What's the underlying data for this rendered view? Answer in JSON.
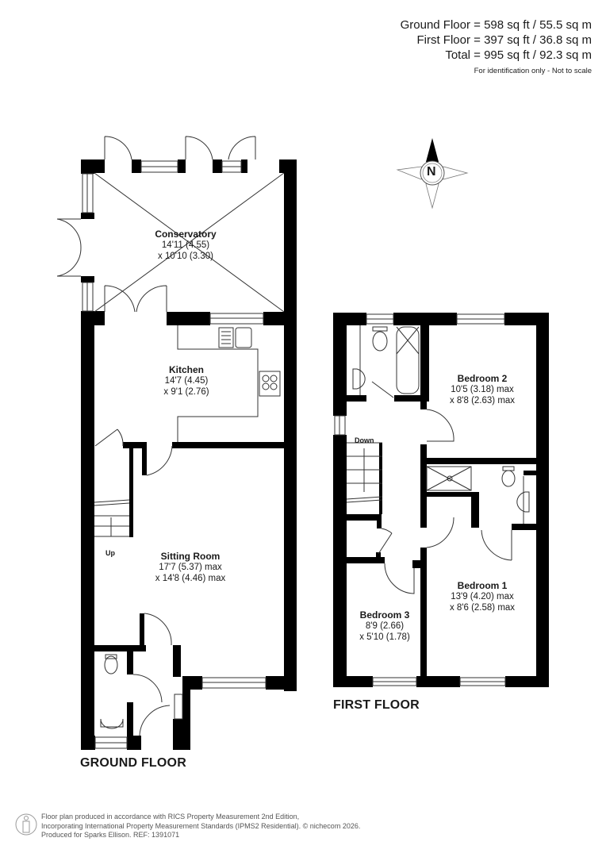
{
  "areas": {
    "ground_floor": "Ground Floor = 598 sq ft / 55.5 sq m",
    "first_floor": "First Floor = 397 sq ft / 36.8 sq m",
    "total": "Total = 995 sq ft / 92.3 sq m",
    "note": "For identification only - Not to scale"
  },
  "compass": {
    "label": "N",
    "icon": "north-compass-icon"
  },
  "ground_floor": {
    "title": "GROUND FLOOR",
    "stairs_label": "Up",
    "rooms": {
      "conservatory": {
        "name": "Conservatory",
        "dim1": "14'11 (4.55)",
        "dim2": "x 10'10 (3.30)"
      },
      "kitchen": {
        "name": "Kitchen",
        "dim1": "14'7 (4.45)",
        "dim2": "x 9'1 (2.76)"
      },
      "sitting_room": {
        "name": "Sitting Room",
        "dim1": "17'7 (5.37) max",
        "dim2": "x 14'8 (4.46) max"
      }
    }
  },
  "first_floor": {
    "title": "FIRST FLOOR",
    "stairs_label": "Down",
    "rooms": {
      "bedroom2": {
        "name": "Bedroom 2",
        "dim1": "10'5 (3.18) max",
        "dim2": "x 8'8 (2.63) max"
      },
      "bedroom1": {
        "name": "Bedroom 1",
        "dim1": "13'9 (4.20) max",
        "dim2": "x 8'6 (2.58) max"
      },
      "bedroom3": {
        "name": "Bedroom 3",
        "dim1": "8'9 (2.66)",
        "dim2": "x 5'10 (1.78)"
      }
    }
  },
  "footer": {
    "line1": "Floor plan produced in accordance with RICS Property Measurement 2nd Edition,",
    "line2": "Incorporating International Property Measurement Standards (IPMS2 Residential).   © nichecom 2026.",
    "line3": "Produced for Sparks Ellison.   REF: 1391071"
  }
}
